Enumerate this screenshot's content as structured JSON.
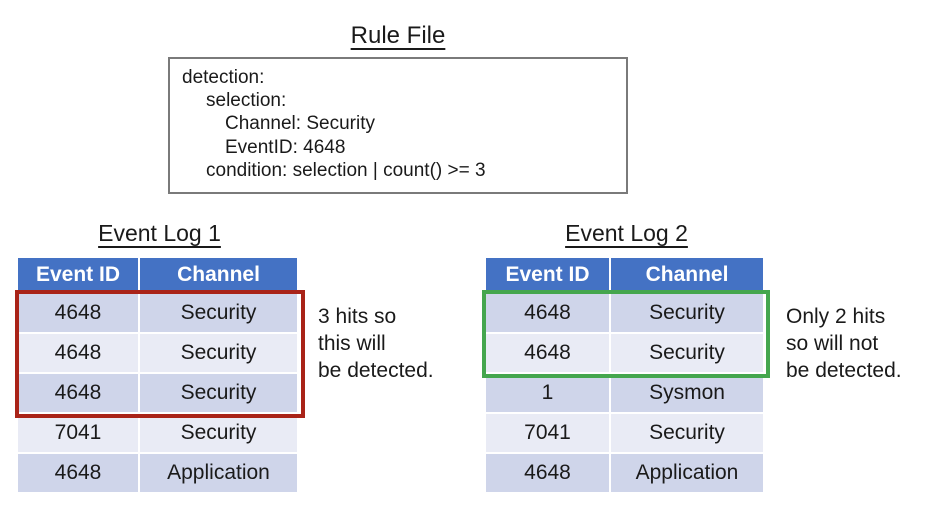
{
  "colors": {
    "header-bg": "#4472C4",
    "header-text": "#FFFFFF",
    "row-dark": "#CFD5EA",
    "row-light": "#E9EBF5",
    "highlight-red": "#A92318",
    "highlight-green": "#44A64E",
    "code-box-border": "#7A7A7A",
    "text": "#1A1A1A"
  },
  "rule_file": {
    "title": "Rule File",
    "lines": [
      "detection:",
      "selection:",
      "Channel: Security",
      "EventID: 4648",
      "condition: selection | count() >= 3"
    ]
  },
  "event_log_1": {
    "title": "Event Log 1",
    "columns": [
      "Event ID",
      "Channel"
    ],
    "rows": [
      [
        "4648",
        "Security"
      ],
      [
        "4648",
        "Security"
      ],
      [
        "4648",
        "Security"
      ],
      [
        "7041",
        "Security"
      ],
      [
        "4648",
        "Application"
      ]
    ],
    "highlighted_row_count": 3,
    "annotation_lines": [
      "3 hits so",
      "this will",
      "be detected."
    ]
  },
  "event_log_2": {
    "title": "Event Log 2",
    "columns": [
      "Event ID",
      "Channel"
    ],
    "rows": [
      [
        "4648",
        "Security"
      ],
      [
        "4648",
        "Security"
      ],
      [
        "1",
        "Sysmon"
      ],
      [
        "7041",
        "Security"
      ],
      [
        "4648",
        "Application"
      ]
    ],
    "highlighted_row_count": 2,
    "annotation_lines": [
      "Only 2 hits",
      "so will not",
      "be detected."
    ]
  }
}
